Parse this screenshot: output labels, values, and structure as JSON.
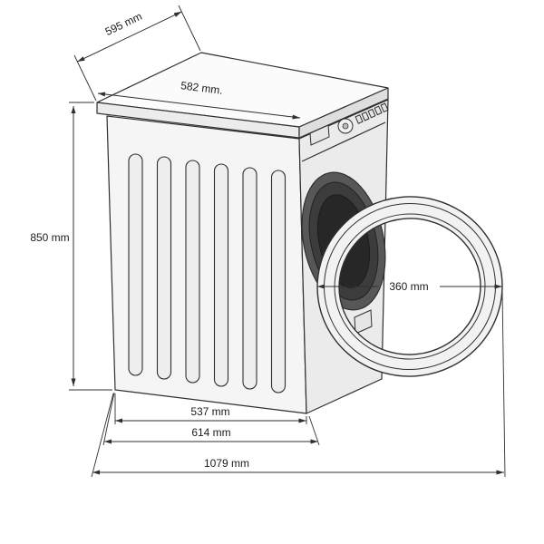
{
  "diagram": {
    "subject": "Washing machine dimension drawing",
    "view": "isometric, door open",
    "colors": {
      "line": "#2f2f2f",
      "background": "#ffffff",
      "body_fill": "#f5f5f5",
      "front_fill": "#ebebeb",
      "porthole_dark": "#3c3c3c",
      "door_ring_fill": "#f2f2f2"
    },
    "dimensions": {
      "top_depth": "595 mm",
      "top_width": "582 mm.",
      "height": "850 mm",
      "door_diameter": "360 mm",
      "base_depth": "537 mm",
      "base_depth_total": "614 mm",
      "overall_width_door_open": "1079 mm"
    }
  }
}
